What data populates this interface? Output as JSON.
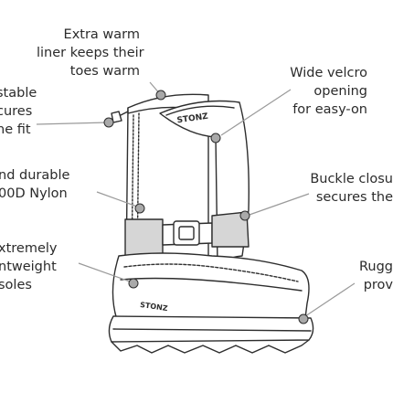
{
  "brand": "STONZ",
  "callouts": {
    "liner": [
      "Extra warm",
      "liner keeps their",
      "toes warm"
    ],
    "adjustable": [
      "stable",
      "cures",
      "he fit"
    ],
    "velcro": [
      "Wide velcro",
      "opening",
      "for easy-on"
    ],
    "nylon": [
      "nd durable",
      "00D Nylon"
    ],
    "buckle": [
      "Buckle closu",
      "secures the"
    ],
    "soles": [
      "xtremely",
      "ntweight",
      "soles"
    ],
    "rugged": [
      "Rugg",
      "prov"
    ]
  },
  "colors": {
    "outline": "#2d2d2d",
    "panel_fill": "#d6d6d6",
    "dot_fill": "#a9a9a9",
    "leader": "#9a9a9a",
    "text": "#2b2b2b"
  }
}
